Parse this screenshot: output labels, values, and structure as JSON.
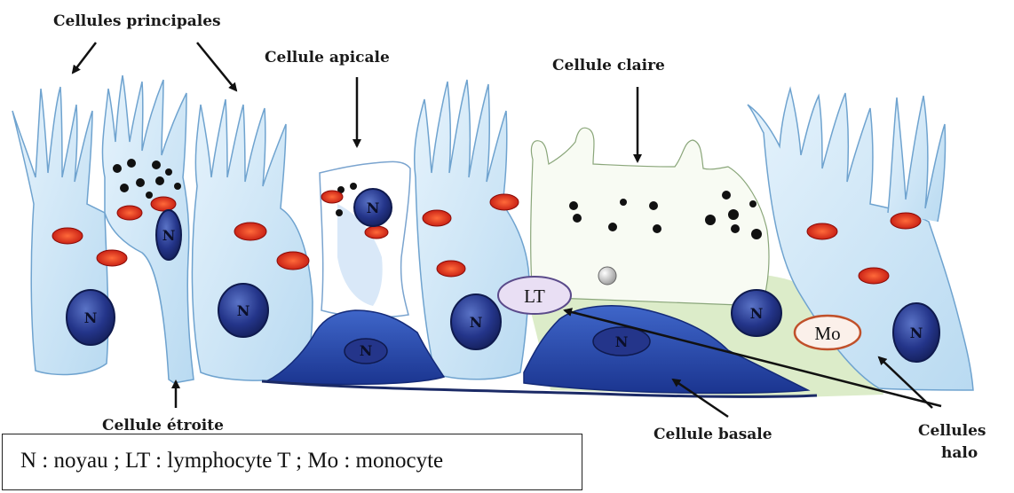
{
  "labels": {
    "principal_cells": "Cellules principales",
    "apical_cell": "Cellule apicale",
    "clear_cell": "Cellule claire",
    "narrow_cell": "Cellule étroite",
    "basal_cell": "Cellule basale",
    "halo_cells_line1": "Cellules",
    "halo_cells_line2": "halo"
  },
  "markers": {
    "nucleus": "N",
    "lymphocyte": "LT",
    "monocyte": "Mo"
  },
  "legend": {
    "text": "N : noyau ; LT : lymphocyte T ; Mo : monocyte"
  },
  "colors": {
    "cell_fill": "#cfe7f7",
    "cell_stroke": "#6fa3cf",
    "nucleus": "#1f2f7a",
    "basal_cell": "#2a4fb0",
    "mitochondria": "#d8261c",
    "clear_cell_fill": "#f7fbf2",
    "halo_zone": "#dcecc9",
    "granule": "#111111"
  }
}
